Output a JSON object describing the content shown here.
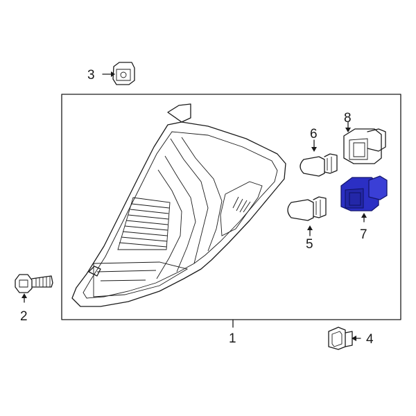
{
  "diagram": {
    "callouts": [
      {
        "id": "1",
        "text": "1",
        "part": "tail-lamp-assembly"
      },
      {
        "id": "2",
        "text": "2",
        "part": "bolt"
      },
      {
        "id": "3",
        "text": "3",
        "part": "clip-nut"
      },
      {
        "id": "4",
        "text": "4",
        "part": "grommet"
      },
      {
        "id": "5",
        "text": "5",
        "part": "bulb"
      },
      {
        "id": "6",
        "text": "6",
        "part": "bulb"
      },
      {
        "id": "7",
        "text": "7",
        "part": "bulb-socket"
      },
      {
        "id": "8",
        "text": "8",
        "part": "bulb-socket"
      }
    ],
    "highlight_color": "#2b2fc4",
    "line_color": "#1a1a1a"
  }
}
